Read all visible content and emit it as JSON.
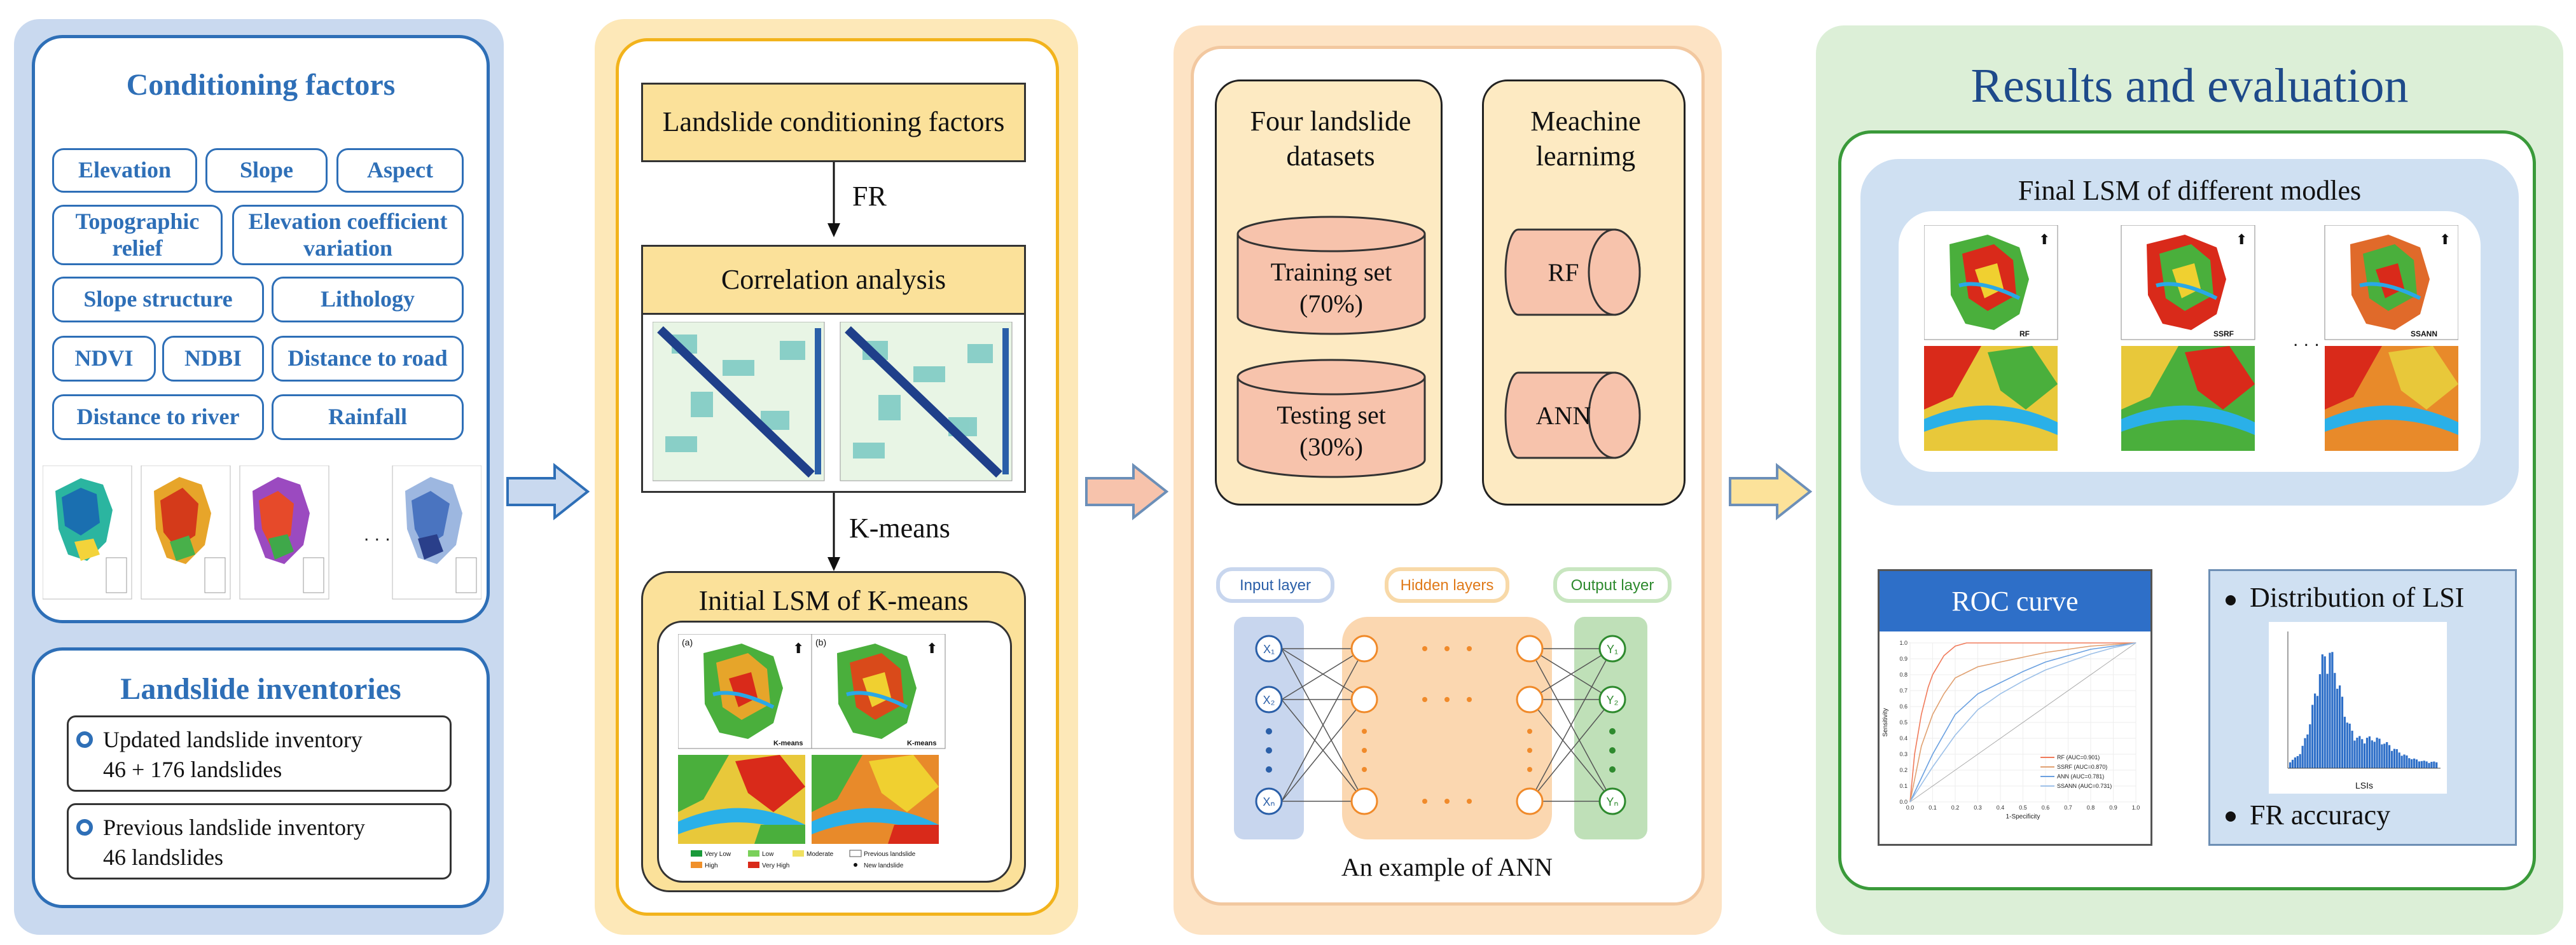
{
  "panel1": {
    "conditioning_title": "Conditioning factors",
    "factors": {
      "elevation": "Elevation",
      "slope": "Slope",
      "aspect": "Aspect",
      "topographic_relief": "Topographic relief",
      "elevation_cv": "Elevation coefficient variation",
      "slope_structure": "Slope structure",
      "lithology": "Lithology",
      "ndvi": "NDVI",
      "ndbi": "NDBI",
      "distance_to_road": "Distance to road",
      "distance_to_river": "Distance to river",
      "rainfall": "Rainfall"
    },
    "ellipsis": ". . .",
    "inventories_title": "Landslide inventories",
    "inventory1_line1": "Updated landslide inventory",
    "inventory1_line2": "46 + 176 landslides",
    "inventory2_line1": "Previous landslide inventory",
    "inventory2_line2": "46 landslides"
  },
  "panel2": {
    "conditioning_box": "Landslide conditioning factors",
    "fr_label": "FR",
    "correlation_box": "Correlation analysis",
    "kmeans_label": "K-means",
    "initial_lsm_title": "Initial LSM of K-means",
    "map_a": "(a)",
    "map_b": "(b)",
    "kmeans_caption": "K-means",
    "legend": {
      "very_low": "Very Low",
      "low": "Low",
      "moderate": "Moderate",
      "previous": "Previous landslide",
      "high": "High",
      "very_high": "Very High",
      "new": "New landslide"
    }
  },
  "panel3": {
    "datasets_title": "Four landslide datasets",
    "training_line1": "Training set",
    "training_line2": "(70%)",
    "testing_line1": "Testing set",
    "testing_line2": "(30%)",
    "ml_title": "Meachine learnimg",
    "rf": "RF",
    "ann": "ANN",
    "input_layer": "Input layer",
    "hidden_layers": "Hidden layers",
    "output_layer": "Output layer",
    "x1": "X₁",
    "x2": "X₂",
    "xn": "Xₙ",
    "y1": "Y₁",
    "y2": "Y₂",
    "yn": "Yₙ",
    "ann_caption": "An example of ANN"
  },
  "panel4": {
    "title": "Results and evaluation",
    "final_lsm_title": "Final LSM of different modles",
    "map_labels": [
      "RF",
      "SSRF",
      "SSANN"
    ],
    "ellipsis": ". . .",
    "roc_title": "ROC curve",
    "roc_legend": [
      "RF (AUC=0.901)",
      "SSRF (AUC=0.870)",
      "ANN (AUC=0.781)",
      "SSANN (AUC=0.731)"
    ],
    "roc_xlabel": "1-Specificity",
    "roc_ylabel": "Sensitivity",
    "lsi_title": "Distribution of LSI",
    "lsi_xlabel": "LSIs",
    "fr_accuracy": "FR accuracy"
  },
  "colors": {
    "blue": "#2e6fb7",
    "yellow": "#f2b31c",
    "orange": "#f2a07a",
    "green": "#3a9a3a",
    "cylinder": "#f7c3ac"
  },
  "chart_data": {
    "type": "line",
    "title": "ROC curve",
    "xlabel": "1-Specificity",
    "ylabel": "Sensitivity",
    "xlim": [
      0,
      1
    ],
    "ylim": [
      0,
      1
    ],
    "series": [
      {
        "name": "RF (AUC=0.901)",
        "x": [
          0,
          0.02,
          0.05,
          0.08,
          0.1,
          0.15,
          0.2,
          0.25,
          0.4,
          0.6,
          0.8,
          1
        ],
        "y": [
          0,
          0.3,
          0.55,
          0.72,
          0.8,
          0.92,
          0.98,
          1,
          1,
          1,
          1,
          1
        ]
      },
      {
        "name": "SSRF (AUC=0.870)",
        "x": [
          0,
          0.05,
          0.1,
          0.15,
          0.2,
          0.3,
          0.4,
          0.5,
          0.6,
          0.7,
          0.8,
          0.9,
          1
        ],
        "y": [
          0,
          0.35,
          0.55,
          0.68,
          0.78,
          0.85,
          0.88,
          0.91,
          0.94,
          0.96,
          0.98,
          0.99,
          1
        ]
      },
      {
        "name": "ANN (AUC=0.781)",
        "x": [
          0,
          0.1,
          0.2,
          0.3,
          0.4,
          0.5,
          0.6,
          0.7,
          0.8,
          0.9,
          1
        ],
        "y": [
          0,
          0.3,
          0.55,
          0.68,
          0.75,
          0.82,
          0.88,
          0.92,
          0.96,
          0.98,
          1
        ]
      },
      {
        "name": "SSANN (AUC=0.731)",
        "x": [
          0,
          0.1,
          0.2,
          0.3,
          0.4,
          0.5,
          0.6,
          0.7,
          0.8,
          0.9,
          1
        ],
        "y": [
          0,
          0.22,
          0.42,
          0.58,
          0.68,
          0.76,
          0.83,
          0.88,
          0.93,
          0.97,
          1
        ]
      }
    ]
  }
}
